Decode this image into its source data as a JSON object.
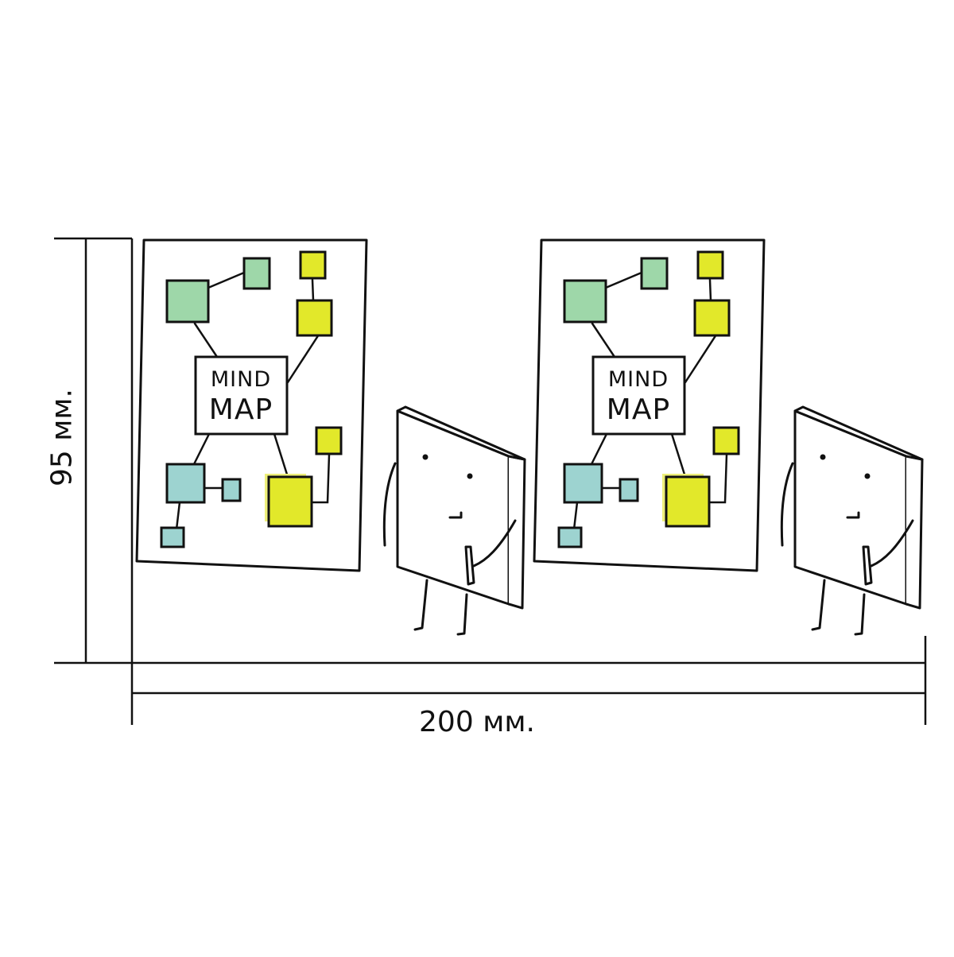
{
  "dimensions": {
    "width_label": "200 мм.",
    "height_label": "95 мм."
  },
  "panels": [
    {
      "line1": "MIND",
      "line2": "MAP"
    },
    {
      "line1": "MIND",
      "line2": "MAP"
    }
  ],
  "colors": {
    "ink": "#111111",
    "green": "#9ed7a9",
    "teal": "#9dd3d0",
    "yellow": "#e2e82a",
    "yellow_shadow": "#eef07a",
    "background": "#ffffff"
  }
}
